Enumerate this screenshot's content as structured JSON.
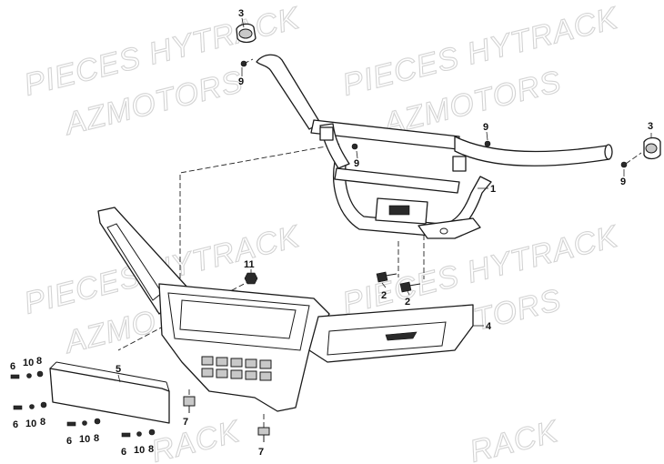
{
  "watermark": {
    "line1": "PIECES HYTRACK",
    "line2": "AZMOTORS",
    "partial": "RACK"
  },
  "labels": {
    "p1": "1",
    "p2": "2",
    "p3": "3",
    "p4": "4",
    "p5": "5",
    "p6": "6",
    "p7": "7",
    "p8": "8",
    "p9": "9",
    "p10": "10",
    "p11": "11"
  }
}
